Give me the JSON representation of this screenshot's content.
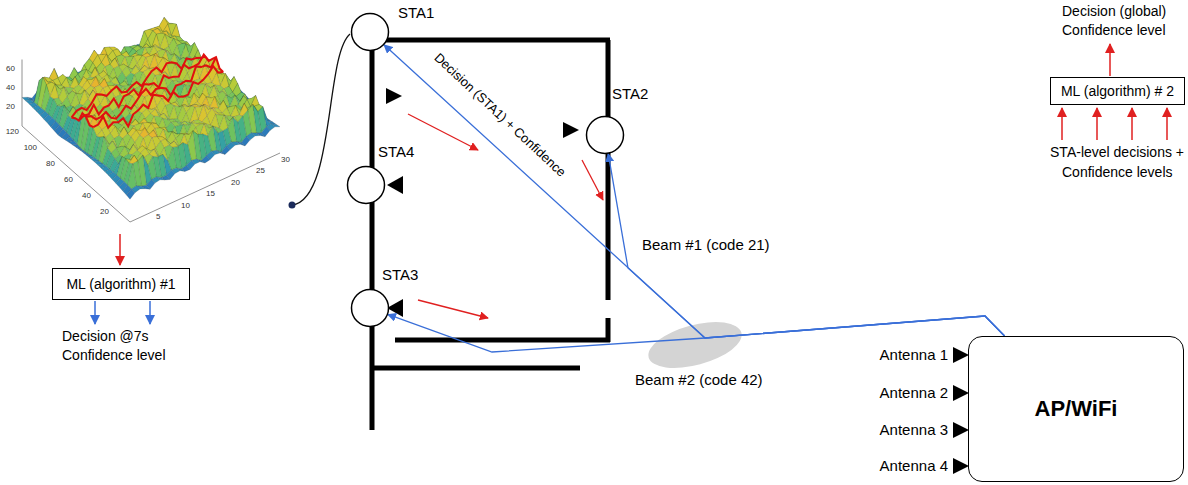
{
  "diagram": {
    "nodes": [
      {
        "text": [
          "STA1"
        ]
      },
      {
        "text": [
          "STA2"
        ]
      },
      {
        "text": [
          "STA4"
        ]
      },
      {
        "text": [
          "STA3"
        ]
      },
      {
        "text": [
          "ML (algorithm) #1"
        ]
      },
      {
        "text": [
          "ML (algorithm) # 2"
        ]
      },
      {
        "text": [
          "AP/WiFi"
        ]
      }
    ],
    "edges": [
      {
        "from": 6,
        "to": 0,
        "arrow": "to"
      },
      {
        "from": 6,
        "to": 1,
        "arrow": "to"
      },
      {
        "from": 6,
        "to": 3,
        "arrow": "to"
      }
    ],
    "labels": [
      "60",
      "40",
      "20",
      "120",
      "100",
      "80",
      "60",
      "40",
      "20",
      "5",
      "10",
      "15",
      "20",
      "25",
      "30",
      "Decision @7s",
      "Confidence level",
      "Decision (STA1) + Confidence",
      "Beam #1 (code 21)",
      "Beam #2 (code 42)",
      "Antenna 1",
      "Antenna 2",
      "Antenna 3",
      "Antenna 4",
      "Decision (global)",
      "Confidence level",
      "STA-level decisions +",
      "Confidence levels"
    ]
  }
}
